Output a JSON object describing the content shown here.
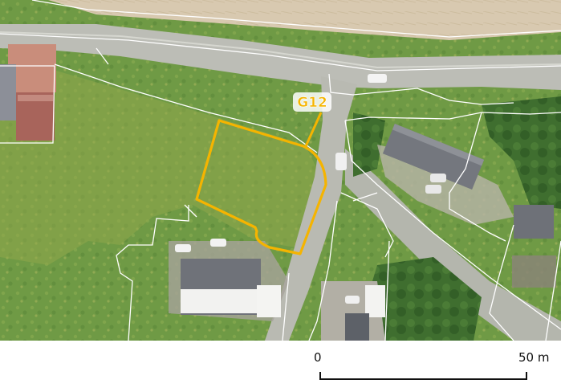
{
  "parcel": {
    "label": "G12",
    "outline_color": "#f5b400"
  },
  "scale": {
    "start_label": "0",
    "end_label": "50 m"
  }
}
